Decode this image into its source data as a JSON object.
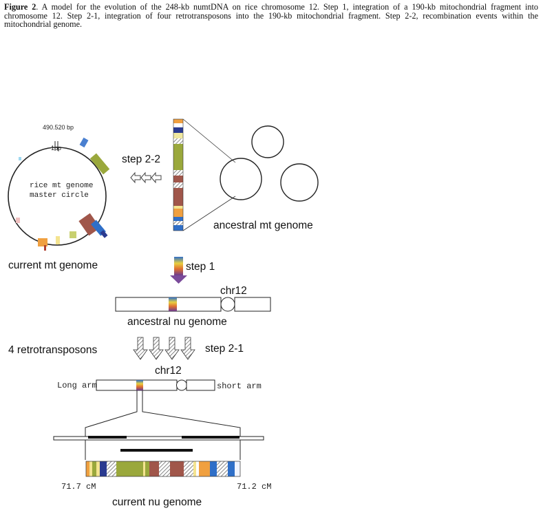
{
  "caption": {
    "label": "Figure 2",
    "text": ". A model for the evolution of the 248-kb numtDNA on rice chromosome 12. Step 1, integration of a 190-kb mitochondrial fragment into chromosome 12. Step 2-1, integration of four retrotransposons into the 190-kb mitochondrial fragment. Step 2-2, recombination events within the mitochondrial genome."
  },
  "circle": {
    "coord_end": "490.520 bp",
    "coord_start": "1bp",
    "line1": "rice mt genome",
    "line2": "master circle",
    "label": "current mt genome"
  },
  "labels": {
    "step22": "step 2-2",
    "ancestral_mt": "ancestral mt genome",
    "step1": "step 1",
    "chr12_top": "chr12",
    "ancestral_nu": "ancestral nu genome",
    "retro": "4 retrotransposons",
    "step21": "step 2-1",
    "chr12_bottom": "chr12",
    "long_arm": "Long arm",
    "short_arm": "short arm",
    "cm_left": "71.7 cM",
    "cm_right": "71.2 cM",
    "current_nu": "current nu genome"
  },
  "colors": {
    "olive": "#9aa83c",
    "brown": "#a0564a",
    "blue": "#2f6fc8",
    "orange": "#f0a040",
    "navy": "#2a3a90"
  }
}
